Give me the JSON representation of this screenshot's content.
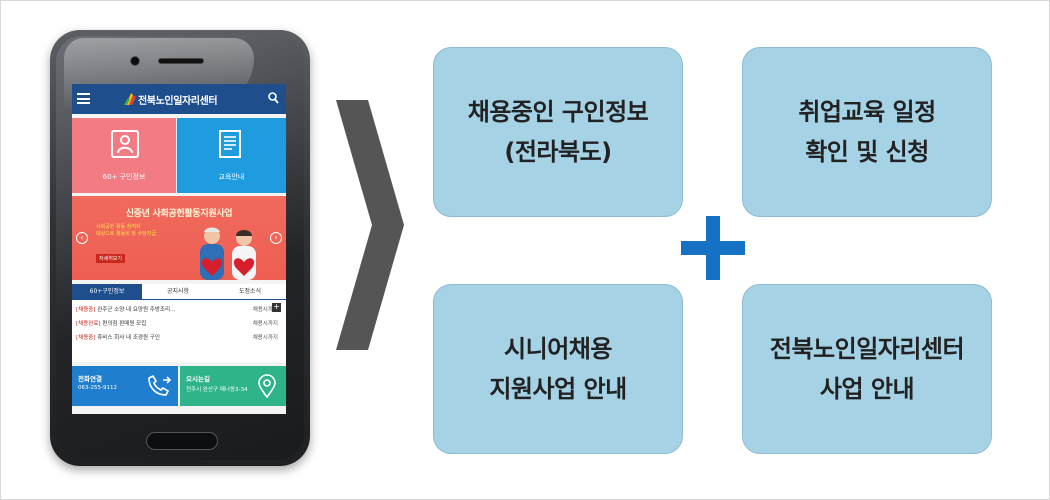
{
  "phone": {
    "app_title": "전북노인일자리센터",
    "tiles": [
      {
        "label": "60+ 구인정보",
        "color": "#f27b84"
      },
      {
        "label": "교육안내",
        "color": "#1f9be0"
      }
    ],
    "banner": {
      "title": "신중년 사회공헌활동지원사업",
      "subtitle_line1": "사회공헌 활동 참여자",
      "subtitle_line2": "대상으로 활동비 및 수당지급",
      "button": "자세히보기"
    },
    "tabs": [
      "60+구인정보",
      "공지사항",
      "도정소식"
    ],
    "news": [
      {
        "tag": "[채용중]",
        "title": "완주군 소양 내 요양원 주방조리...",
        "state": "채용시까지"
      },
      {
        "tag": "[채용완료]",
        "title": "편의점 판매원 모집",
        "state": "채용시까지"
      },
      {
        "tag": "[채용중]",
        "title": "휴비스 회사 내 조경원 구인",
        "state": "채용시까지"
      }
    ],
    "contacts": [
      {
        "label": "전화연결",
        "value": "063-255-9112"
      },
      {
        "label": "오시는길",
        "value": "전주시 완산구 메너동3-34"
      }
    ]
  },
  "boxes": [
    {
      "line1": "채용중인 구인정보",
      "line2": "(전라북도)"
    },
    {
      "line1": "취업교육 일정",
      "line2": "확인 및 신청"
    },
    {
      "line1": "시니어채용",
      "line2": "지원사업 안내"
    },
    {
      "line1": "전북노인일자리센터",
      "line2": "사업 안내"
    }
  ],
  "colors": {
    "box_fill": "#a6d2e6",
    "plus": "#1670c4",
    "chevron": "#555555",
    "header": "#1f4e8c"
  }
}
